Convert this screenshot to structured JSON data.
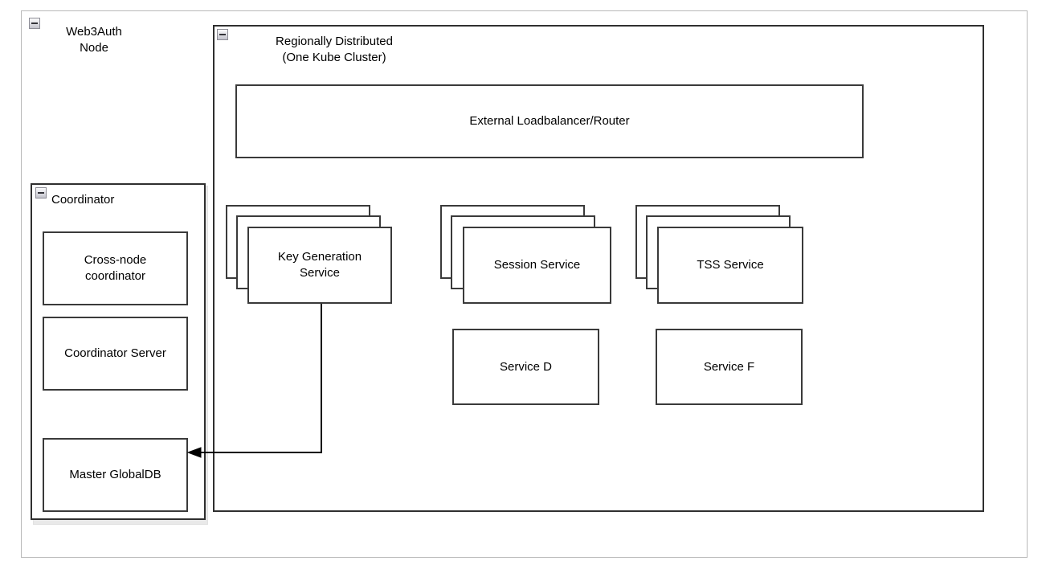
{
  "diagram": {
    "title": "Web3Auth Node architecture",
    "background": "#ffffff",
    "stroke_color": "#3a3a3a",
    "outer_frame_color": "#b9b9b9"
  },
  "outer_node": {
    "label": "Web3Auth\nNode",
    "collapse_icon": "collapse-minus-icon"
  },
  "cluster": {
    "label": "Regionally Distributed\n(One Kube Cluster)",
    "collapse_icon": "collapse-minus-icon"
  },
  "loadbalancer": {
    "label": "External Loadbalancer/Router"
  },
  "coordinator": {
    "label": "Coordinator",
    "collapse_icon": "collapse-minus-icon",
    "items": [
      {
        "label": "Cross-node\ncoordinator"
      },
      {
        "label": "Coordinator Server"
      },
      {
        "label": "Master GlobalDB"
      }
    ]
  },
  "services": {
    "stacked": [
      {
        "label": "Key Generation\nService",
        "instances": 3
      },
      {
        "label": "Session Service",
        "instances": 3
      },
      {
        "label": "TSS Service",
        "instances": 3
      }
    ],
    "single": [
      {
        "label": "Service D"
      },
      {
        "label": "Service F"
      }
    ]
  },
  "connection": {
    "from": "Key Generation Service",
    "to": "Master GlobalDB",
    "arrow": "arrow-head-left"
  }
}
